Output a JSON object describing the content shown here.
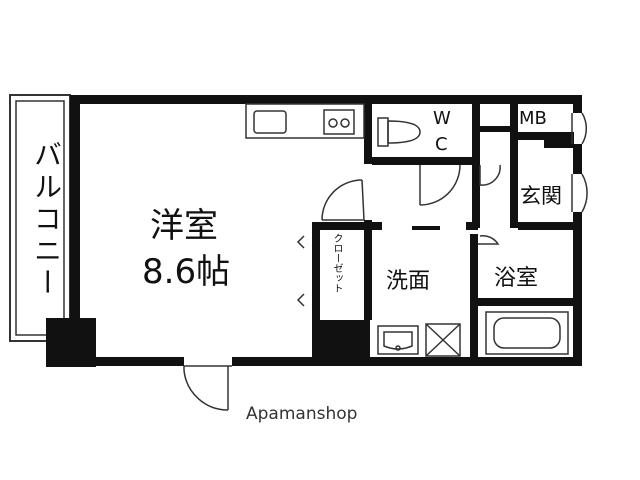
{
  "rooms": {
    "balcony": "バルコニー",
    "youshitsu_name": "洋室",
    "youshitsu_size": "8.6帖",
    "closet": "クローゼット",
    "wc_w": "W",
    "wc_c": "C",
    "mb": "MB",
    "genkan": "玄関",
    "senmen": "洗面",
    "yokushitsu": "浴室"
  },
  "brand": {
    "logo": "Apamanshop"
  },
  "colors": {
    "wall": "#111111",
    "line": "#333333",
    "background": "#ffffff"
  }
}
